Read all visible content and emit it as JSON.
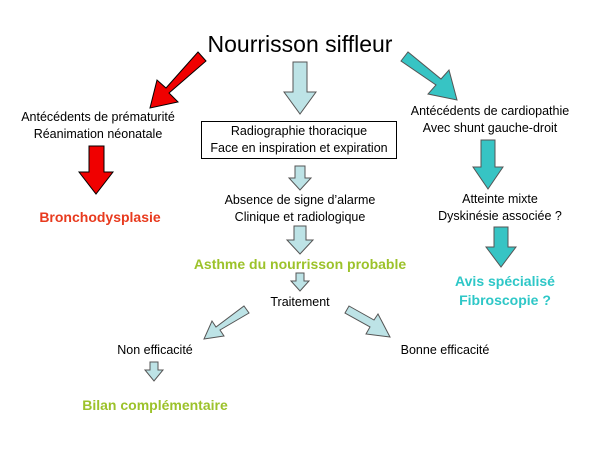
{
  "title": "Nourrisson siffleur",
  "left_branch": {
    "history": [
      "Antécédents de prématurité",
      "Réanimation néonatale"
    ],
    "diagnosis": "Bronchodysplasie"
  },
  "center_branch": {
    "exam": [
      "Radiographie thoracique",
      "Face en inspiration et expiration"
    ],
    "finding": [
      "Absence de signe d’alarme",
      "Clinique et radiologique"
    ],
    "diagnosis": "Asthme du nourrisson probable",
    "treatment": "Traitement",
    "not_effective": "Non efficacité",
    "effective": "Bonne efficacité",
    "followup": "Bilan complémentaire"
  },
  "right_branch": {
    "history": [
      "Antécédents de cardiopathie",
      "Avec shunt gauche-droit"
    ],
    "finding": [
      "Atteinte mixte",
      "Dyskinésie associée ?"
    ],
    "action": [
      "Avis spécialisé",
      "Fibroscopie ?"
    ]
  },
  "colors": {
    "red_arrow": "#f00000",
    "pale_cyan_arrow": "#bde3e6",
    "teal_arrow": "#37c4c4",
    "red_text": "#e83a1e",
    "green_text": "#9cc22a",
    "cyan_text": "#2ec7c7"
  }
}
